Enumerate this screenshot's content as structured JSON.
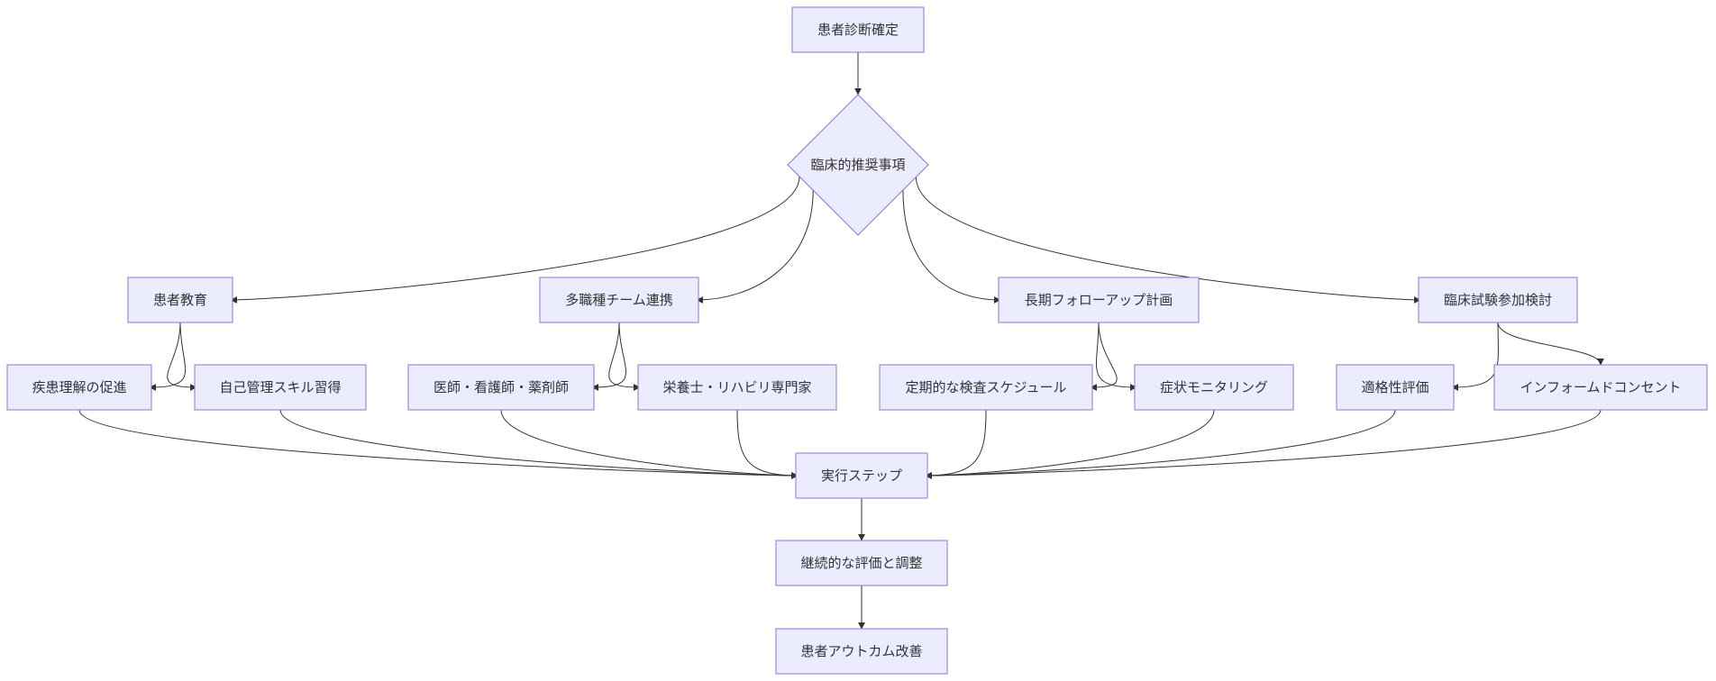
{
  "diagram": {
    "nodes": [
      {
        "id": "diagnosis",
        "label": "患者診断確定",
        "shape": "rect"
      },
      {
        "id": "recommend",
        "label": "臨床的推奨事項",
        "shape": "diamond"
      },
      {
        "id": "education",
        "label": "患者教育",
        "shape": "rect"
      },
      {
        "id": "team",
        "label": "多職種チーム連携",
        "shape": "rect"
      },
      {
        "id": "followup",
        "label": "長期フォローアップ計画",
        "shape": "rect"
      },
      {
        "id": "trial",
        "label": "臨床試験参加検討",
        "shape": "rect"
      },
      {
        "id": "understanding",
        "label": "疾患理解の促進",
        "shape": "rect"
      },
      {
        "id": "selfmgmt",
        "label": "自己管理スキル習得",
        "shape": "rect"
      },
      {
        "id": "doctors",
        "label": "医師・看護師・薬剤師",
        "shape": "rect"
      },
      {
        "id": "nutrition",
        "label": "栄養士・リハビリ専門家",
        "shape": "rect"
      },
      {
        "id": "schedule",
        "label": "定期的な検査スケジュール",
        "shape": "rect"
      },
      {
        "id": "monitoring",
        "label": "症状モニタリング",
        "shape": "rect"
      },
      {
        "id": "eligibility",
        "label": "適格性評価",
        "shape": "rect"
      },
      {
        "id": "consent",
        "label": "インフォームドコンセント",
        "shape": "rect"
      },
      {
        "id": "steps",
        "label": "実行ステップ",
        "shape": "rect"
      },
      {
        "id": "evaluation",
        "label": "継続的な評価と調整",
        "shape": "rect"
      },
      {
        "id": "outcome",
        "label": "患者アウトカム改善",
        "shape": "rect"
      }
    ],
    "edges": [
      {
        "from": "diagnosis",
        "to": "recommend"
      },
      {
        "from": "recommend",
        "to": "education"
      },
      {
        "from": "recommend",
        "to": "team"
      },
      {
        "from": "recommend",
        "to": "followup"
      },
      {
        "from": "recommend",
        "to": "trial"
      },
      {
        "from": "education",
        "to": "understanding"
      },
      {
        "from": "education",
        "to": "selfmgmt"
      },
      {
        "from": "team",
        "to": "doctors"
      },
      {
        "from": "team",
        "to": "nutrition"
      },
      {
        "from": "followup",
        "to": "schedule"
      },
      {
        "from": "followup",
        "to": "monitoring"
      },
      {
        "from": "trial",
        "to": "eligibility"
      },
      {
        "from": "trial",
        "to": "consent"
      },
      {
        "from": "understanding",
        "to": "steps"
      },
      {
        "from": "selfmgmt",
        "to": "steps"
      },
      {
        "from": "doctors",
        "to": "steps"
      },
      {
        "from": "nutrition",
        "to": "steps"
      },
      {
        "from": "schedule",
        "to": "steps"
      },
      {
        "from": "monitoring",
        "to": "steps"
      },
      {
        "from": "eligibility",
        "to": "steps"
      },
      {
        "from": "consent",
        "to": "steps"
      },
      {
        "from": "steps",
        "to": "evaluation"
      },
      {
        "from": "evaluation",
        "to": "outcome"
      }
    ],
    "colors": {
      "node_fill": "#ECECFF",
      "node_stroke": "#9370DB",
      "edge": "#333333",
      "text": "#333333"
    }
  }
}
